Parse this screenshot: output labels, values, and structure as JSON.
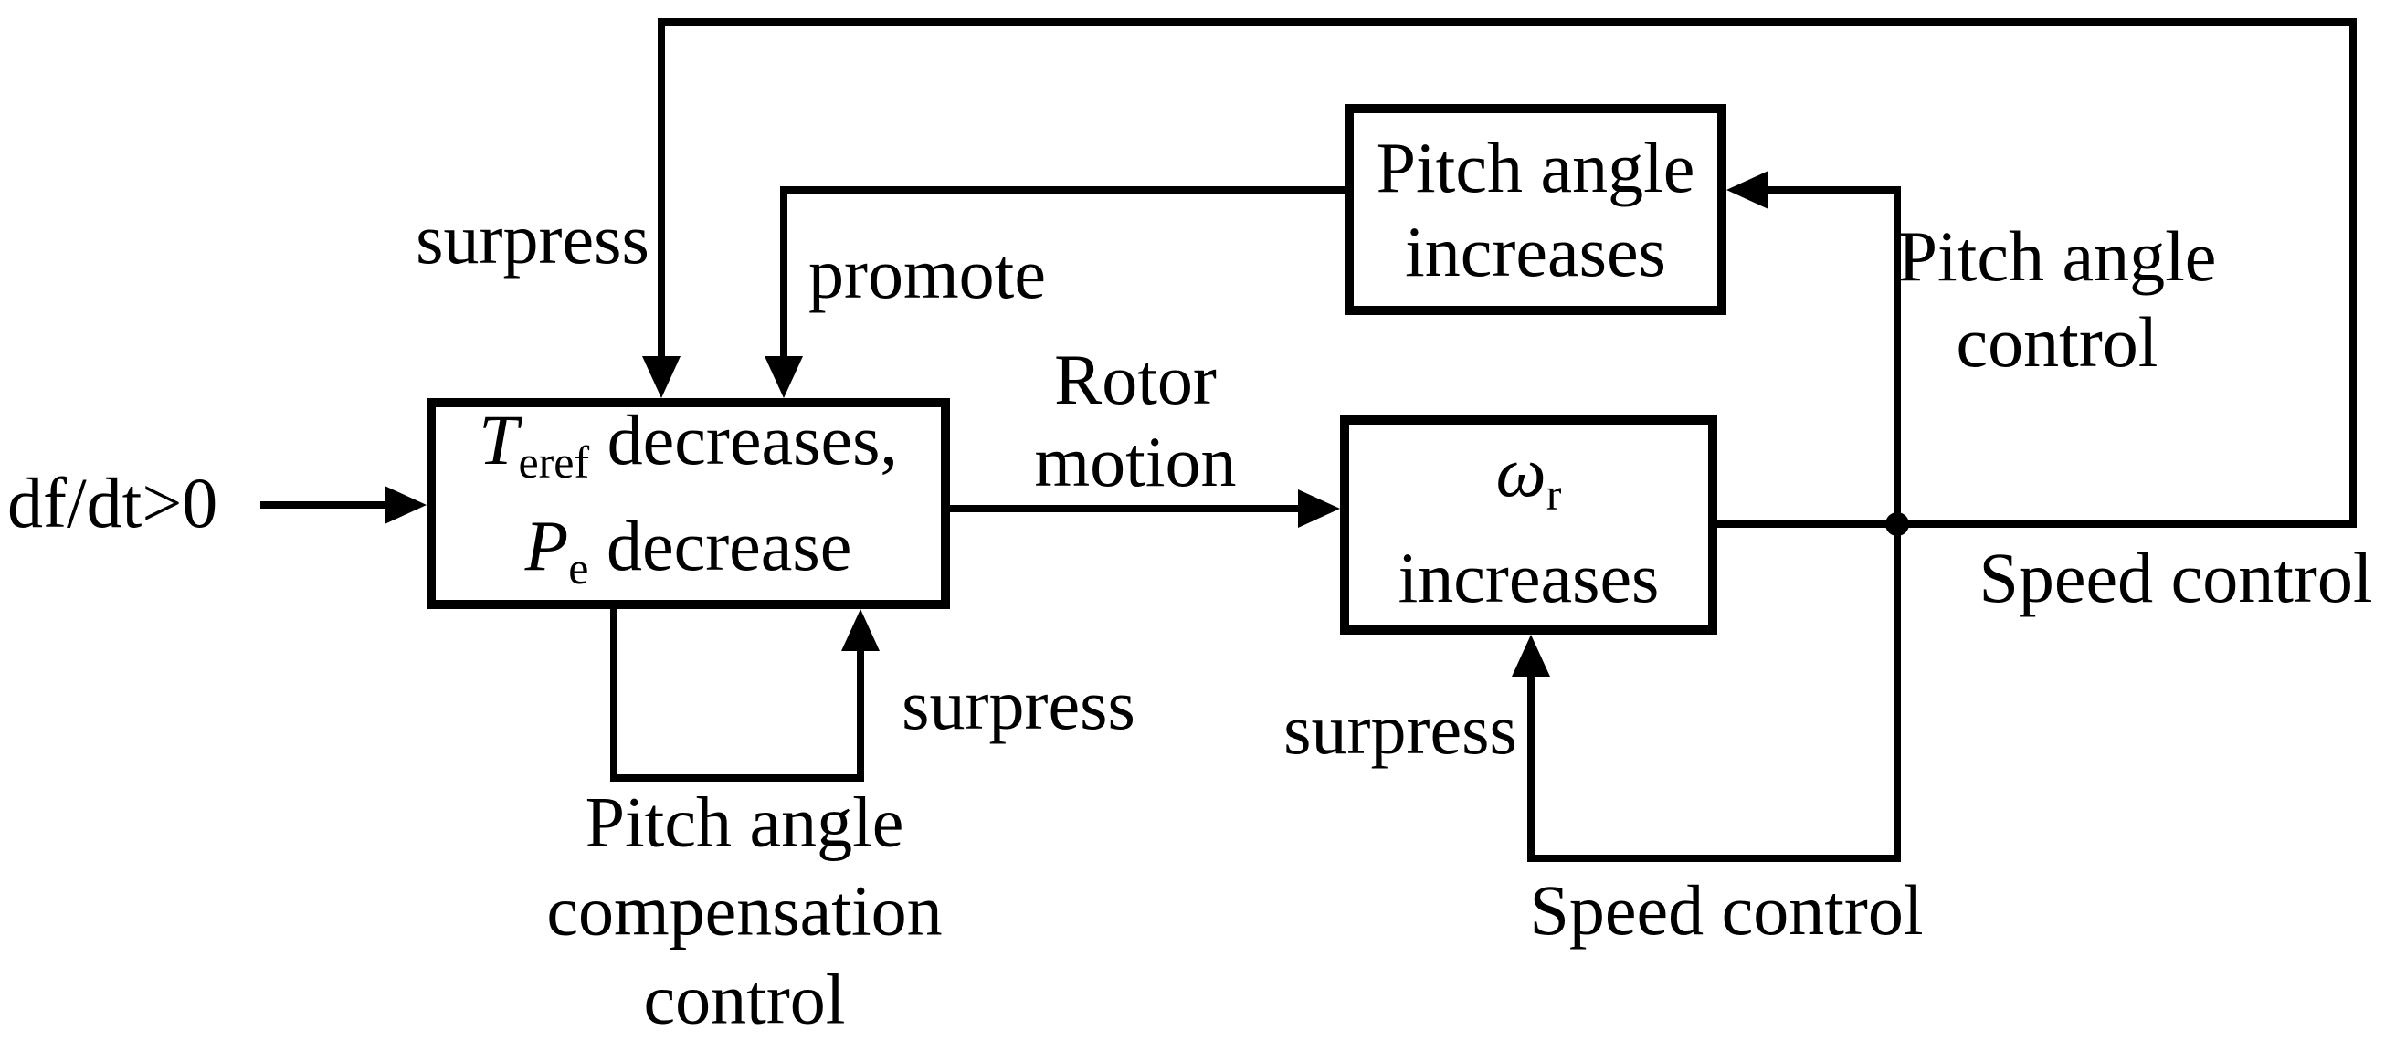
{
  "diagram": {
    "title": "Pitch angle and speed control cause-effect loop diagram",
    "colors": {
      "line": "#000000",
      "background": "#ffffff"
    },
    "input_label": "df/dt>0",
    "boxes": {
      "teref": {
        "line1_var": "T",
        "line1_sub": "eref",
        "line1_rest": " decreases,",
        "line2_var": "P",
        "line2_sub": "e",
        "line2_rest": " decrease"
      },
      "omega": {
        "line1_var": "ω",
        "line1_sub": "r",
        "line2": "increases"
      },
      "pitch": {
        "line1": "Pitch angle",
        "line2": "increases"
      }
    },
    "labels": {
      "surpress_top": "surpress",
      "promote": "promote",
      "rotor_line1": "Rotor",
      "rotor_line2": "motion",
      "pitch_control_line1": "Pitch angle",
      "pitch_control_line2": "control",
      "speed_control_right": "Speed control",
      "surpress_mid": "surpress",
      "comp_line1": "Pitch angle",
      "comp_line2": "compensation",
      "comp_line3": "control",
      "surpress_speed": "surpress",
      "speed_control_bottom": "Speed control"
    }
  }
}
